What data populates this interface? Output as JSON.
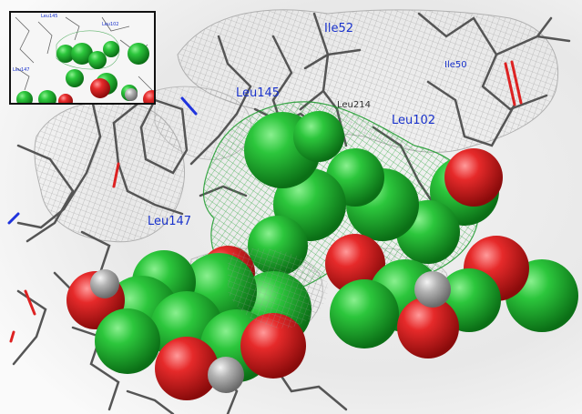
{
  "viewer": {
    "title": "",
    "background": "#ffffff",
    "colors": {
      "carbon": "#22bb33",
      "oxygen": "#dd2222",
      "hydrogen": "#aaaaaa",
      "nitrogen": "#1f33dd",
      "stick": "#555555",
      "mesh_grey": "#888888",
      "mesh_green": "#1a9a2a"
    }
  },
  "residues": [
    {
      "id": "ile52",
      "label": "Ile52"
    },
    {
      "id": "ile50",
      "label": "Ile50"
    },
    {
      "id": "leu145",
      "label": "Leu145"
    },
    {
      "id": "leu214",
      "label": "Leu214"
    },
    {
      "id": "leu102",
      "label": "Leu102"
    },
    {
      "id": "leu147",
      "label": "Leu147"
    }
  ],
  "inset": {
    "labels": [
      {
        "id": "leu145",
        "label": "Leu145"
      },
      {
        "id": "leu102",
        "label": "Leu102"
      },
      {
        "id": "leu147",
        "label": "Leu147"
      }
    ]
  }
}
